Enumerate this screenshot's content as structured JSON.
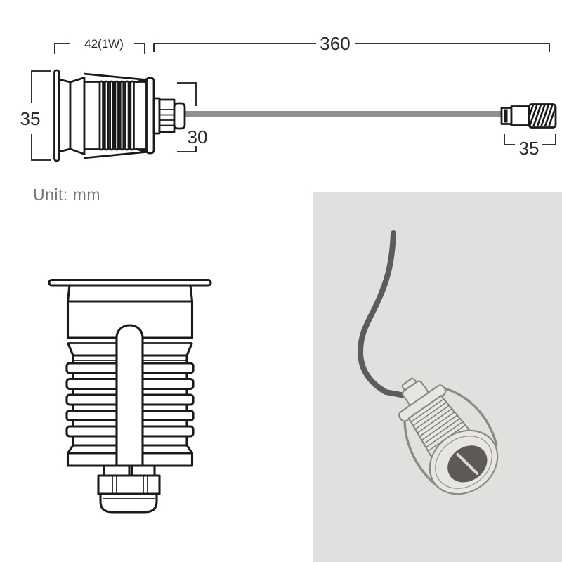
{
  "dimension_diagram": {
    "labels": {
      "body_width": "42(1W)",
      "cable_length": "360",
      "body_height": "35",
      "gland_width": "30",
      "connector_length": "35"
    },
    "unit_label": "Unit: mm"
  },
  "colors": {
    "line": "#1a1a1a",
    "dim_text": "#2a2a2a",
    "cable_gray": "#8f8f8f",
    "unit_text": "#757575",
    "panel_bg": "#e0e0de",
    "illus_stroke": "#8a8a86",
    "illus_fill": "#e7e6e3",
    "illus_dark": "#5d5a55",
    "illus_cable": "#5c5c5a",
    "page_bg": "#ffffff"
  }
}
